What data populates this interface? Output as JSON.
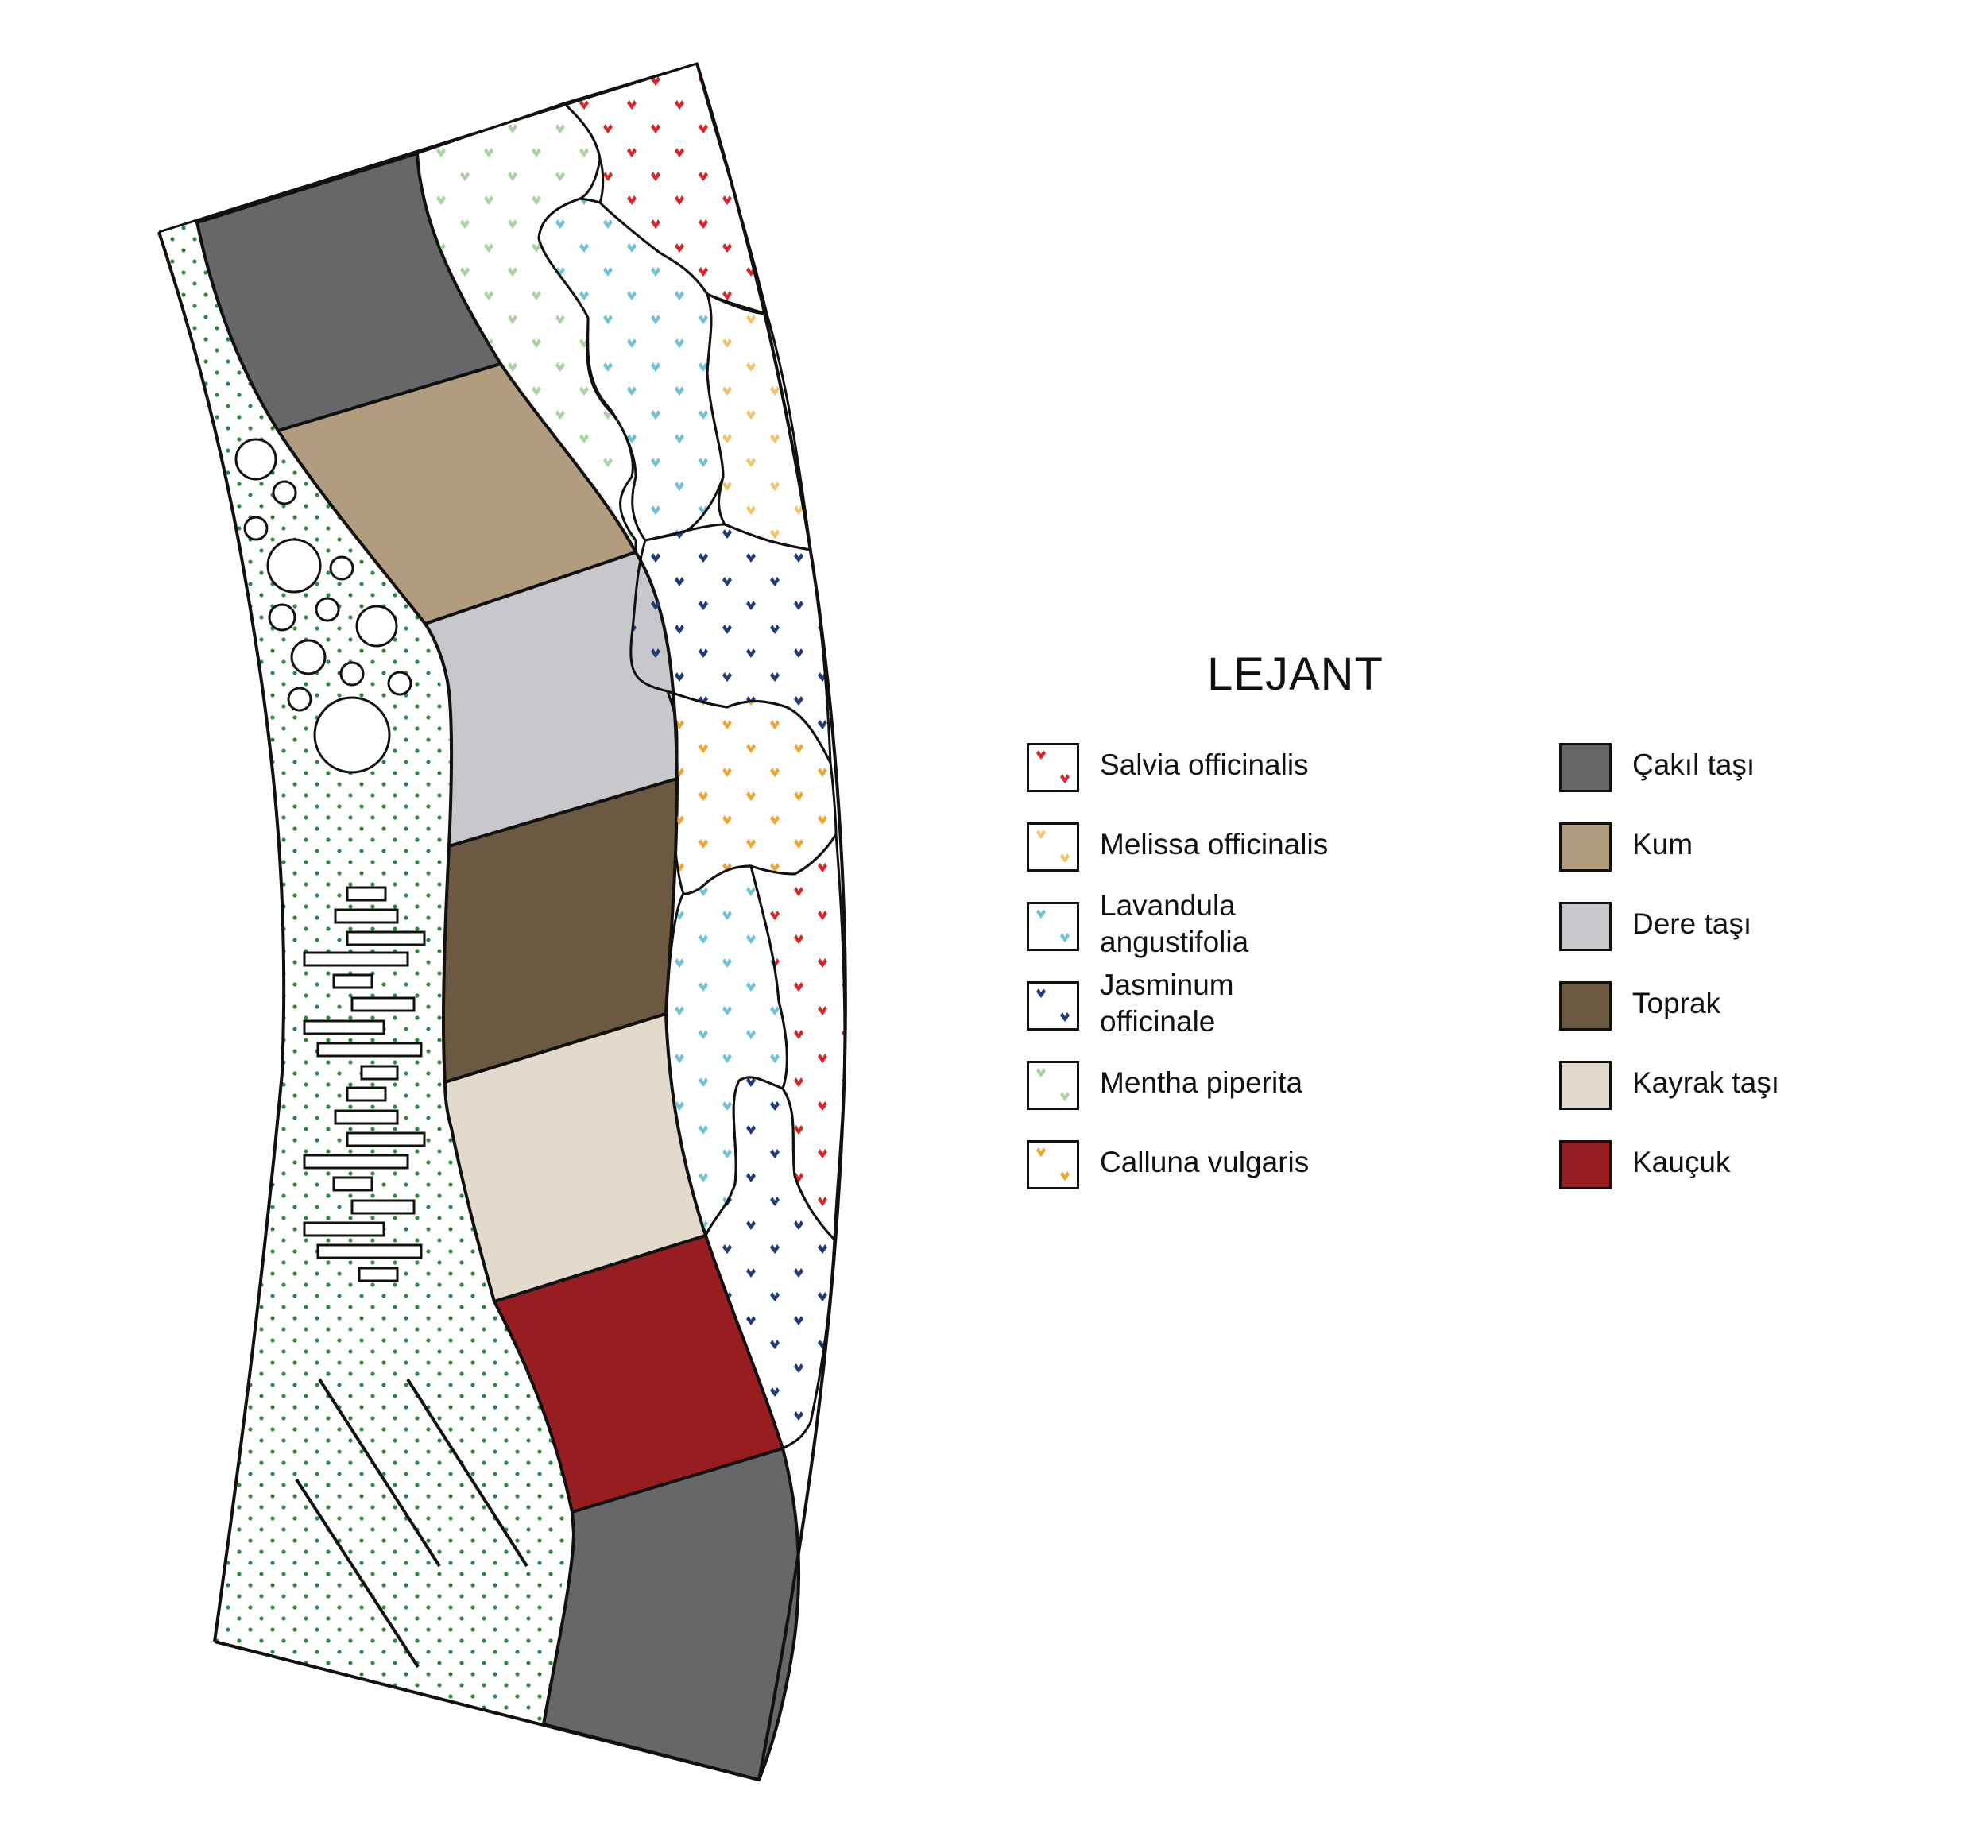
{
  "legend": {
    "title": "LEJANT",
    "plants": [
      {
        "label": "Salvia officinalis",
        "color": "#d8262b",
        "icon": "flower-dot-pattern"
      },
      {
        "label": "Melissa officinalis",
        "color": "#f2c46b",
        "icon": "flower-dot-pattern"
      },
      {
        "label": "Lavandula angustifolia",
        "color": "#6fc3d6",
        "icon": "flower-dot-pattern"
      },
      {
        "label": "Jasminum officinale",
        "color": "#1f3b78",
        "icon": "flower-dot-pattern"
      },
      {
        "label": "Mentha piperita",
        "color": "#a9d3a0",
        "icon": "flower-dot-pattern"
      },
      {
        "label": "Calluna vulgaris",
        "color": "#f0a431",
        "icon": "flower-dot-pattern"
      }
    ],
    "materials": [
      {
        "label": "Çakıl taşı",
        "color": "#666769"
      },
      {
        "label": "Kum",
        "color": "#b29c7e"
      },
      {
        "label": "Dere taşı",
        "color": "#c7c8cb"
      },
      {
        "label": "Toprak",
        "color": "#6b5a41"
      },
      {
        "label": "Kayrak taşı",
        "color": "#e1dacd"
      },
      {
        "label": "Kauçuk",
        "color": "#981d20"
      }
    ]
  },
  "ground_cover": {
    "color": "#2e8b45",
    "icon": "grass-dot-pattern"
  },
  "outline_color": "#111111"
}
